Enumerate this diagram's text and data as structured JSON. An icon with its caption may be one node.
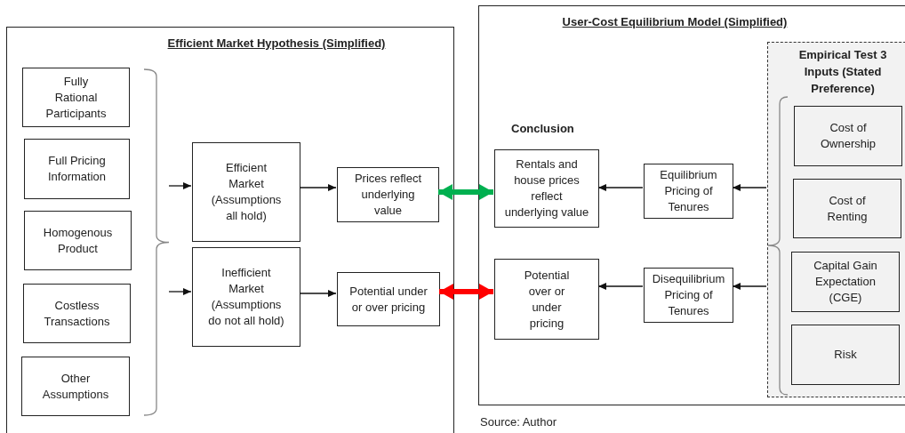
{
  "diagram": {
    "nodes": [
      {
        "text": [
          "Efficient Market Hypothesis (Simplified)"
        ]
      },
      {
        "text": [
          "Fully Rational Participants"
        ],
        "in": 0
      },
      {
        "text": [
          "Full Pricing Information"
        ],
        "in": 0
      },
      {
        "text": [
          "Homogenous Product"
        ],
        "in": 0
      },
      {
        "text": [
          "Costless Transactions"
        ],
        "in": 0
      },
      {
        "text": [
          "Other Assumptions"
        ],
        "in": 0
      },
      {
        "text": [],
        "shape": "brace",
        "in": 0
      },
      {
        "text": [
          "Efficient Market (Assumptions all hold)"
        ],
        "in": 0
      },
      {
        "text": [
          "Inefficient Market (Assumptions do not all hold)"
        ],
        "in": 0
      },
      {
        "text": [
          "Prices reflect underlying value"
        ],
        "in": 0
      },
      {
        "text": [
          "Potential under or over pricing"
        ],
        "in": 0
      },
      {
        "text": [
          "User-Cost Equilibrium Model (Simplified)"
        ]
      },
      {
        "text": [
          "Rentals and house prices reflect underlying value"
        ],
        "in": 11
      },
      {
        "text": [
          "Potential over or under pricing"
        ],
        "in": 11
      },
      {
        "text": [
          "Equilibrium Pricing of Tenures"
        ],
        "in": 11
      },
      {
        "text": [
          "Disequilibrium Pricing of Tenures"
        ],
        "in": 11
      },
      {
        "text": [
          "Empirical Test 3 Inputs (Stated Preference)"
        ],
        "in": 11
      },
      {
        "text": [
          "Cost of Ownership"
        ],
        "in": 16
      },
      {
        "text": [
          "Cost of Renting"
        ],
        "in": 16
      },
      {
        "text": [
          "Capital Gain Expectation (CGE)"
        ],
        "in": 16
      },
      {
        "text": [
          "Risk"
        ],
        "in": 16
      }
    ],
    "edges": [
      {
        "from": 6,
        "to": 7,
        "arrow": "to"
      },
      {
        "from": 6,
        "to": 8,
        "arrow": "to"
      },
      {
        "from": 7,
        "to": 9,
        "arrow": "to"
      },
      {
        "from": 8,
        "to": 10,
        "arrow": "to"
      },
      {
        "from": 9,
        "to": 12,
        "arrow": "both",
        "style": "thick",
        "color": "#00b050"
      },
      {
        "from": 10,
        "to": 13,
        "arrow": "both",
        "style": "thick",
        "color": "#ff0000"
      },
      {
        "from": 14,
        "to": 12,
        "arrow": "to"
      },
      {
        "from": 15,
        "to": 13,
        "arrow": "to"
      },
      {
        "from": 16,
        "to": 14,
        "arrow": "to"
      },
      {
        "from": 16,
        "to": 15,
        "arrow": "to"
      }
    ],
    "labels": [
      "Conclusion",
      "Source: Author"
    ]
  }
}
